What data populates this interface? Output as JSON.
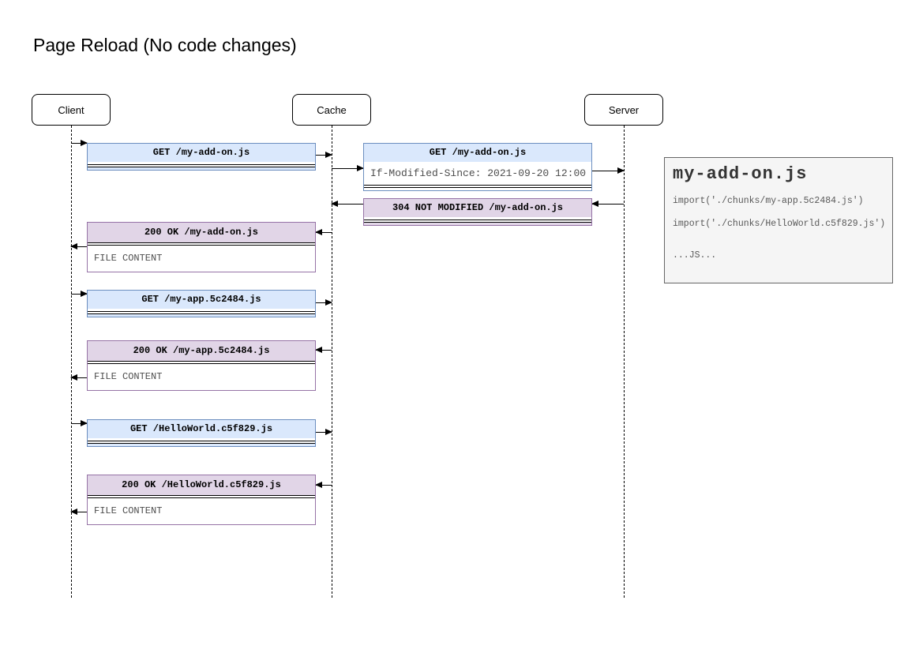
{
  "title": "Page Reload (No code changes)",
  "actors": [
    {
      "label": "Client"
    },
    {
      "label": "Cache"
    },
    {
      "label": "Server"
    }
  ],
  "messages": [
    {
      "label": "GET /my-add-on.js",
      "type": "request",
      "from": "Client",
      "to": "Cache"
    },
    {
      "label": "GET /my-add-on.js",
      "detail": "If-Modified-Since: 2021-09-20 12:00",
      "type": "request",
      "from": "Cache",
      "to": "Server"
    },
    {
      "label": "304 NOT MODIFIED /my-add-on.js",
      "type": "response",
      "from": "Server",
      "to": "Cache"
    },
    {
      "label": "200 OK /my-add-on.js",
      "detail": "FILE CONTENT",
      "type": "response",
      "from": "Cache",
      "to": "Client"
    },
    {
      "label": "GET /my-app.5c2484.js",
      "type": "request",
      "from": "Client",
      "to": "Cache"
    },
    {
      "label": "200 OK /my-app.5c2484.js",
      "detail": "FILE CONTENT",
      "type": "response",
      "from": "Cache",
      "to": "Client"
    },
    {
      "label": "GET /HelloWorld.c5f829.js",
      "type": "request",
      "from": "Client",
      "to": "Cache"
    },
    {
      "label": "200 OK /HelloWorld.c5f829.js",
      "detail": "FILE CONTENT",
      "type": "response",
      "from": "Cache",
      "to": "Client"
    }
  ],
  "code_panel": {
    "title": "my-add-on.js",
    "lines": [
      "import('./chunks/my-app.5c2484.js')",
      "import('./chunks/HelloWorld.c5f829.js')",
      "...JS..."
    ]
  },
  "colors": {
    "request_fill": "#dae8fc",
    "request_border": "#6c8ebf",
    "response_fill": "#e1d5e7",
    "response_border": "#9673a6",
    "panel_fill": "#f5f5f5",
    "panel_border": "#666666",
    "line": "#000000"
  }
}
